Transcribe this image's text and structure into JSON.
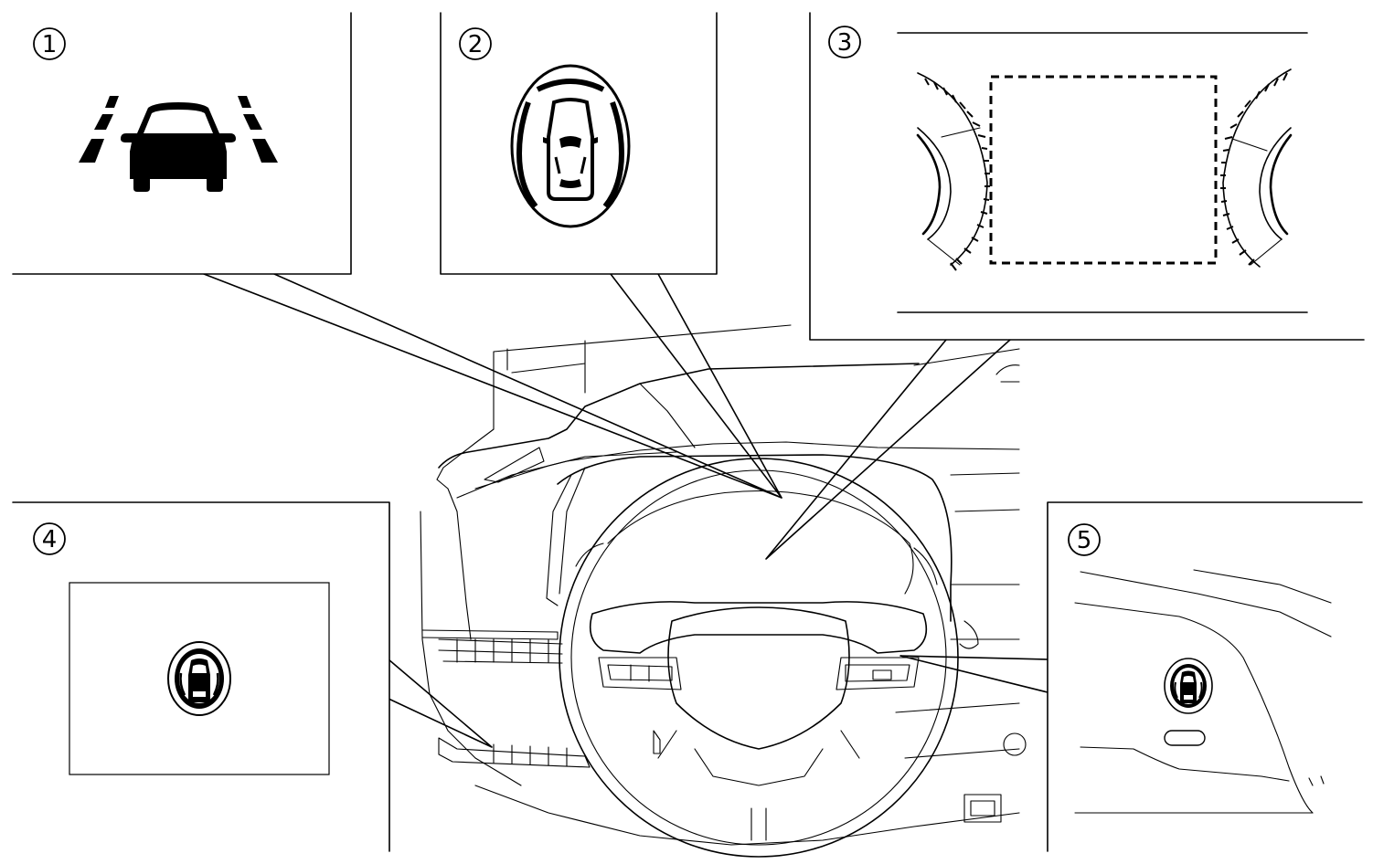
{
  "callouts": [
    {
      "id": "1",
      "label": "1",
      "icon": "lane-keep-assist-icon"
    },
    {
      "id": "2",
      "label": "2",
      "icon": "blind-spot-monitor-icon"
    },
    {
      "id": "3",
      "label": "3",
      "icon": "instrument-cluster-display"
    },
    {
      "id": "4",
      "label": "4",
      "icon": "blind-spot-monitor-icon"
    },
    {
      "id": "5",
      "label": "5",
      "icon": "blind-spot-monitor-icon"
    }
  ]
}
